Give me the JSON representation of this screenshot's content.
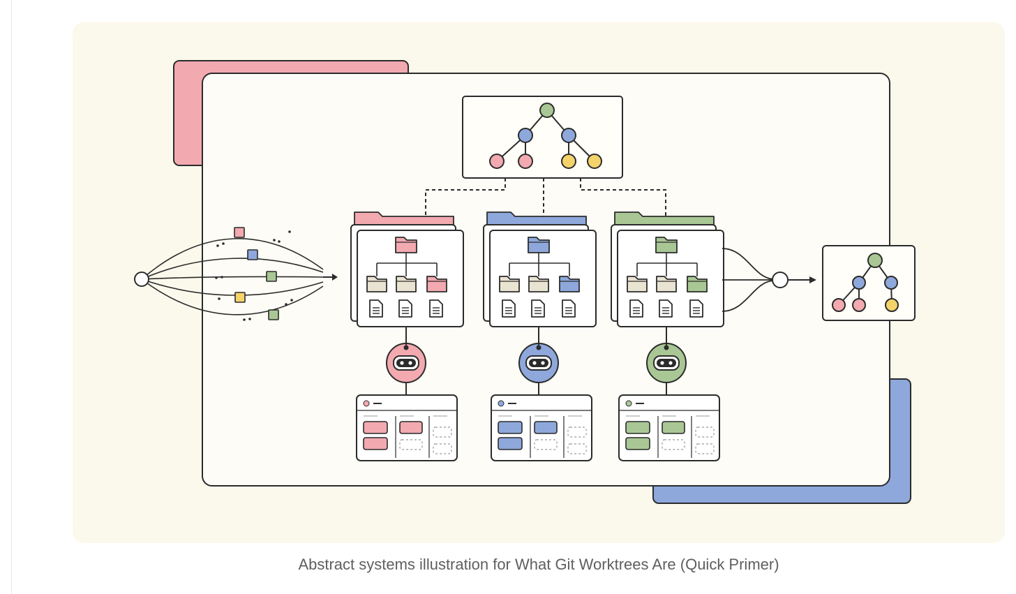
{
  "caption": "Abstract systems illustration for What Git Worktrees Are (Quick Primer)",
  "colors": {
    "background": "#fbf8ec",
    "frame": "#fdfcf6",
    "stroke": "#2b2b2b",
    "pink": "#f2a9b0",
    "blue": "#8ea8dc",
    "green": "#a9c794",
    "yellow": "#f4d36a",
    "beige": "#e9e3d2"
  },
  "icons": {
    "repo_tree": "tree-graph-icon",
    "folder": "folder-icon",
    "file": "document-icon",
    "agent": "robot-icon",
    "board": "kanban-board-icon",
    "merge": "merge-node-icon"
  },
  "worktrees": [
    {
      "accent": "pink"
    },
    {
      "accent": "blue"
    },
    {
      "accent": "green"
    }
  ],
  "incoming_tasks": [
    "pink",
    "blue",
    "green",
    "yellow",
    "green"
  ]
}
